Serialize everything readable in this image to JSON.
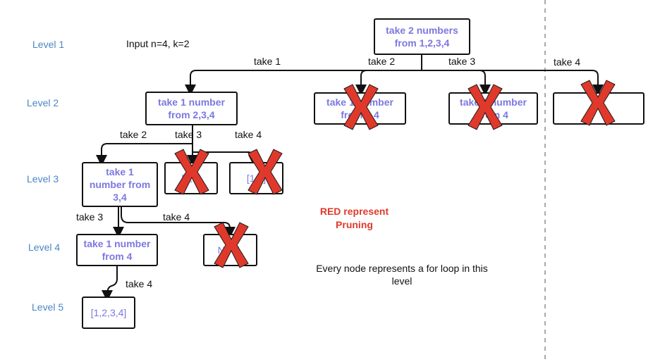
{
  "levels": [
    "Level 1",
    "Level 2",
    "Level 3",
    "Level 4",
    "Level 5"
  ],
  "input_label": "Input n=4, k=2",
  "nodes": {
    "root": "take 2 numbers\nfrom 1,2,3,4",
    "l2_a": "take 1 number\nfrom 2,3,4",
    "l2_b": "take 1 number\nfrom 3,4",
    "l2_c": "take 1 number\nfrom 4",
    "l3_a": "take 1\nnumber from\n3,4",
    "l3_b": "[1,2]",
    "l3_c": "[1,2]",
    "l4_a": "take 1 number\nfrom 4",
    "l4_b": "NULL",
    "l5_a": "[1,2,3,4]"
  },
  "edges": {
    "take1": "take 1",
    "take2": "take 2",
    "take3": "take 3",
    "take4": "take 4",
    "l2_take2": "take 2",
    "l2_take3": "take 3",
    "l2_take4": "take 4",
    "l3_take3": "take 3",
    "l3_take4": "take 4",
    "l4_take4": "take 4"
  },
  "legend": {
    "line1": "RED represent",
    "line2": "Pruning"
  },
  "note": "Every node represents a for loop in this\nlevel",
  "colors": {
    "node_text": "#7b78e0",
    "level_text": "#4a86c5",
    "prune": "#e0392b",
    "line": "#111111",
    "divider": "#aaaaaa"
  }
}
